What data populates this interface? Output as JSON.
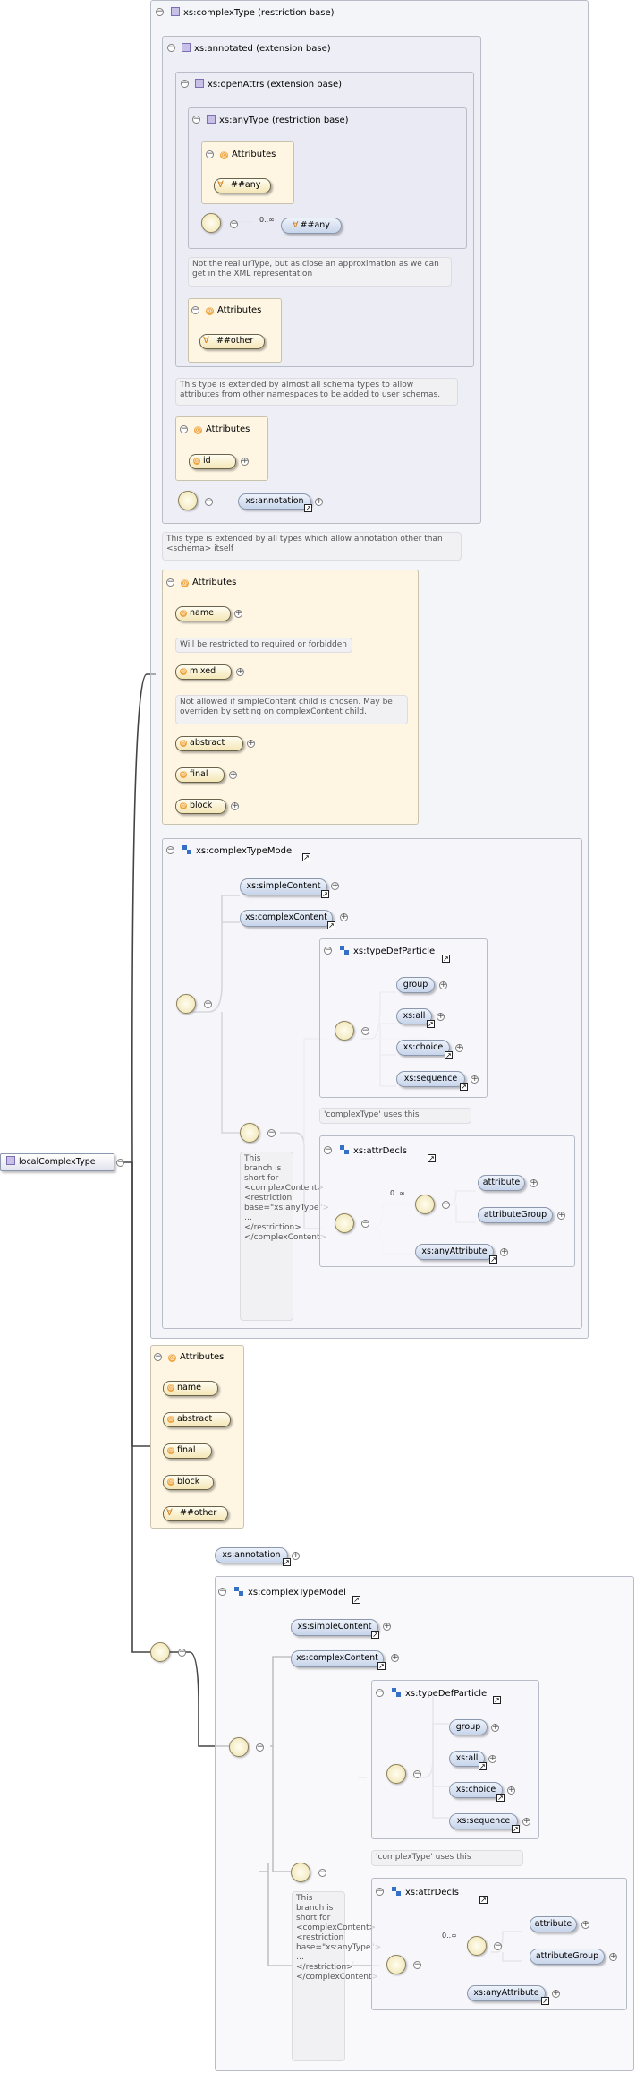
{
  "root": "localComplexType",
  "complex_type": "xs:complexType (restriction base)",
  "annotated": "xs:annotated (extension base)",
  "open_attrs": "xs:openAttrs (extension base)",
  "any_type": "xs:anyType (restriction base)",
  "attributes_label": "Attributes",
  "any_wildcard": "##any",
  "other_wildcard": "##other",
  "occurs": "0..∞",
  "note_urtype": "Not the real urType, but as close an approximation as we can get in the XML representation",
  "note_extended_almost": "This type is extended by almost all schema types to allow attributes from other namespaces to be added to user schemas.",
  "attr_id": "id",
  "annotation": "xs:annotation",
  "note_extended_all": "This type is extended by all types which allow annotation other than <schema> itself",
  "attr_name": "name",
  "note_name": "Will be restricted to required or forbidden",
  "attr_mixed": "mixed",
  "note_mixed": "Not allowed if simpleContent child is chosen. May be overriden by setting on complexContent child.",
  "attr_abstract": "abstract",
  "attr_final": "final",
  "attr_block": "block",
  "complex_type_model": "xs:complexTypeModel",
  "simple_content": "xs:simpleContent",
  "complex_content": "xs:complexContent",
  "type_def_particle": "xs:typeDefParticle",
  "group": "group",
  "all": "xs:all",
  "choice": "xs:choice",
  "sequence": "xs:sequence",
  "note_uses": "'complexType' uses this",
  "attr_decls": "xs:attrDecls",
  "attribute": "attribute",
  "attribute_group": "attributeGroup",
  "any_attribute": "xs:anyAttribute",
  "note_branch": "This branch is short for <complexContent> <restriction base=\"xs:anyType\"> … </restriction> </complexContent>"
}
